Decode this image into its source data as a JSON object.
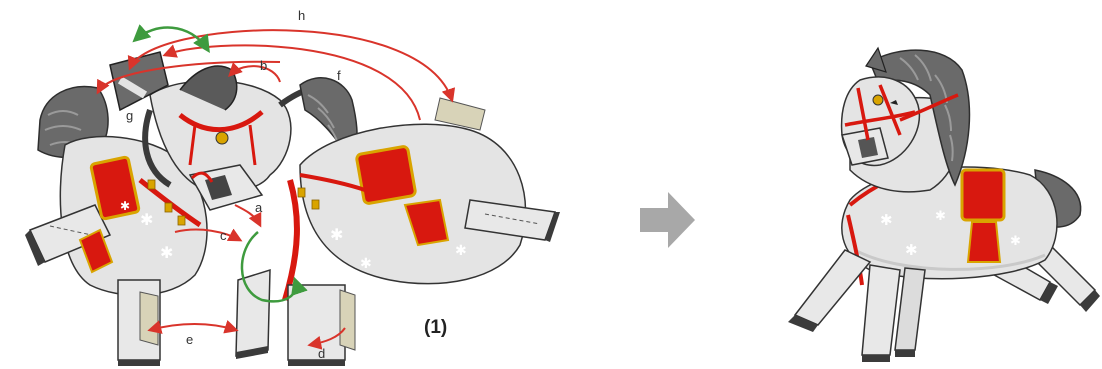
{
  "diagram": {
    "step_label": "(1)",
    "fold_labels": {
      "a": "a",
      "b": "b",
      "c": "c",
      "d": "d",
      "e": "e",
      "f": "f",
      "g": "g",
      "h": "h"
    },
    "colors": {
      "body": "#e4e4e4",
      "body_shadow": "#c9c9c9",
      "mane": "#6a6a6a",
      "mane_dark": "#3c3c3c",
      "tack_red": "#d8180f",
      "gold": "#d9a400",
      "fold_arrow_red": "#d9342b",
      "twist_arrow_green": "#3e9b3e",
      "flow_arrow_gray": "#a8a8a8",
      "hoof": "#3b3b3b",
      "glue_tab": "#d8d3b8"
    },
    "icons": [
      "arrow-right-icon"
    ]
  }
}
